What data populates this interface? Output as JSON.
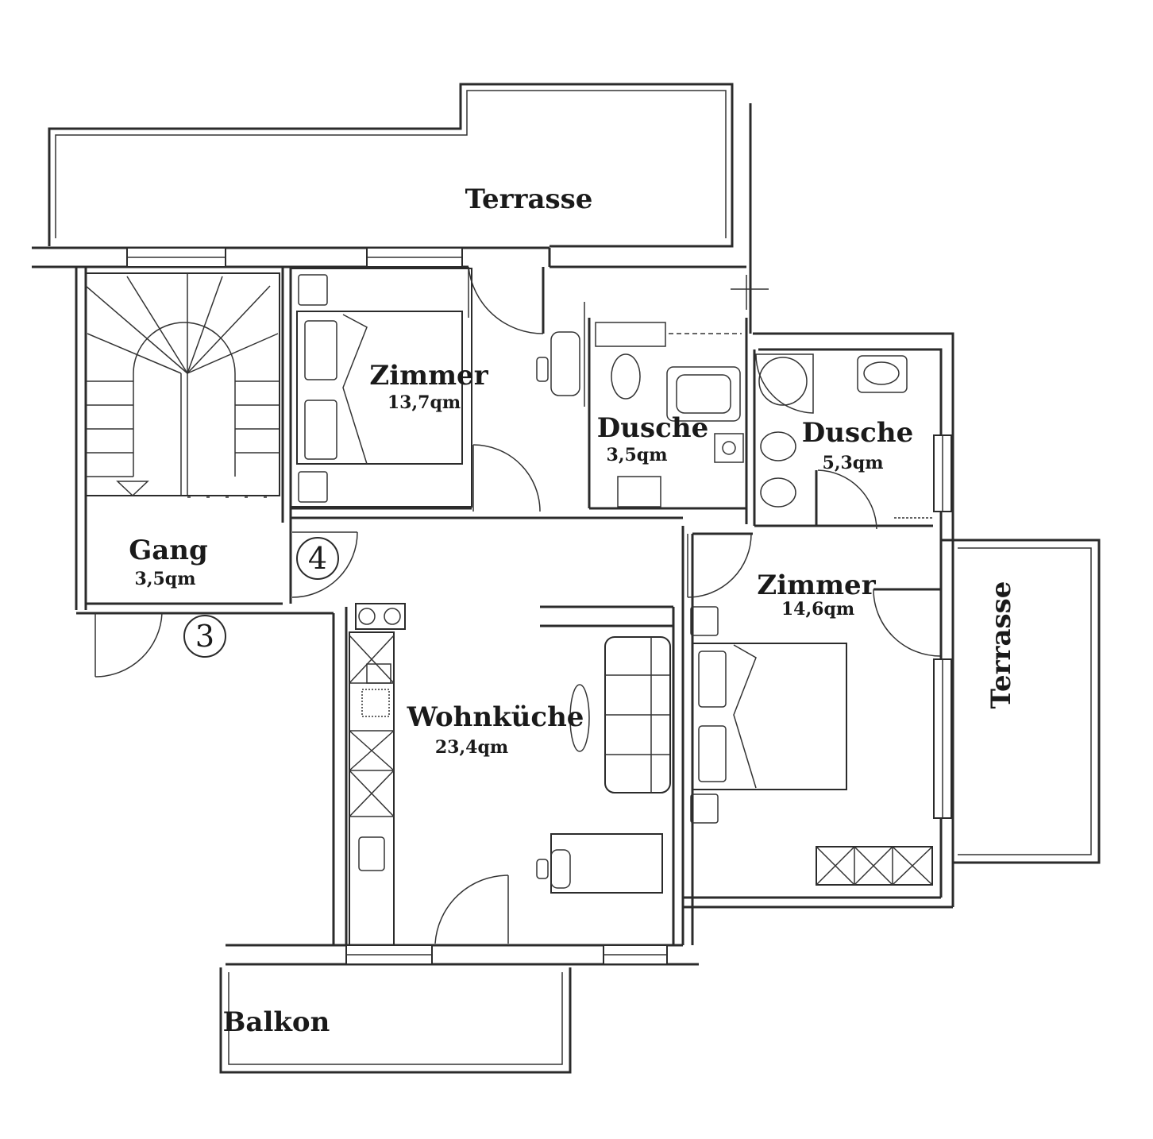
{
  "plan": {
    "terrace_top": "Terrasse",
    "terrace_right": "Terrasse",
    "balcony": "Balkon",
    "rooms": {
      "zimmer_1": {
        "name": "Zimmer",
        "area": "13,7qm"
      },
      "dusche_1": {
        "name": "Dusche",
        "area": "3,5qm"
      },
      "dusche_2": {
        "name": "Dusche",
        "area": "5,3qm"
      },
      "gang": {
        "name": "Gang",
        "area": "3,5qm"
      },
      "zimmer_2": {
        "name": "Zimmer",
        "area": "14,6qm"
      },
      "wohnkueche": {
        "name": "Wohnküche",
        "area": "23,4qm"
      }
    },
    "markers": {
      "entrance_3": "3",
      "entrance_4": "4"
    }
  }
}
